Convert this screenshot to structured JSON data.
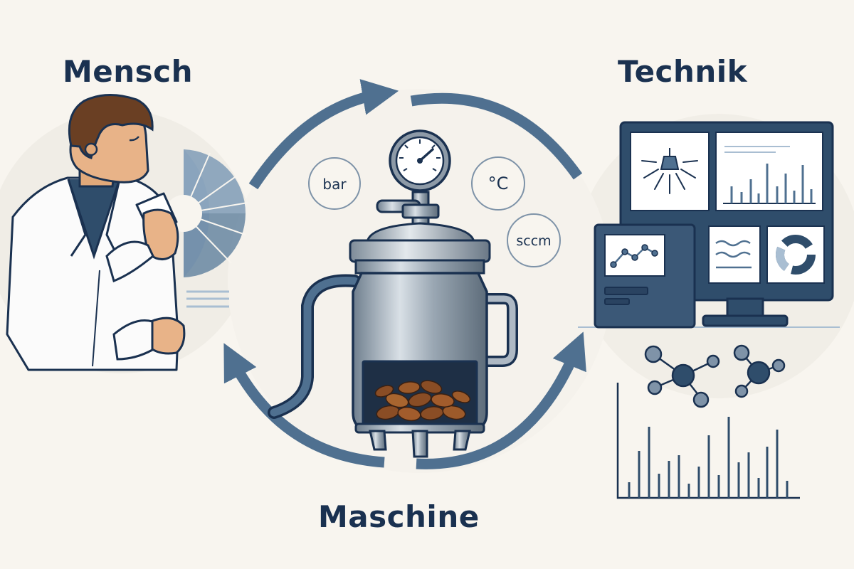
{
  "labels": {
    "human": "Mensch",
    "technology": "Technik",
    "machine": "Maschine"
  },
  "units": {
    "pressure": "bar",
    "temperature": "°C",
    "flow": "sccm"
  },
  "colors": {
    "background": "#f8f5ef",
    "navy": "#1a3150",
    "steel_blue": "#4f7090",
    "light_blue": "#a9bed2",
    "coffee": "#8a4d25"
  },
  "icons": {
    "cycle": "circular-arrows-icon",
    "person": "scientist-tasting-icon",
    "machine": "pressure-vessel-icon",
    "technology": "analysis-monitors-icon"
  }
}
